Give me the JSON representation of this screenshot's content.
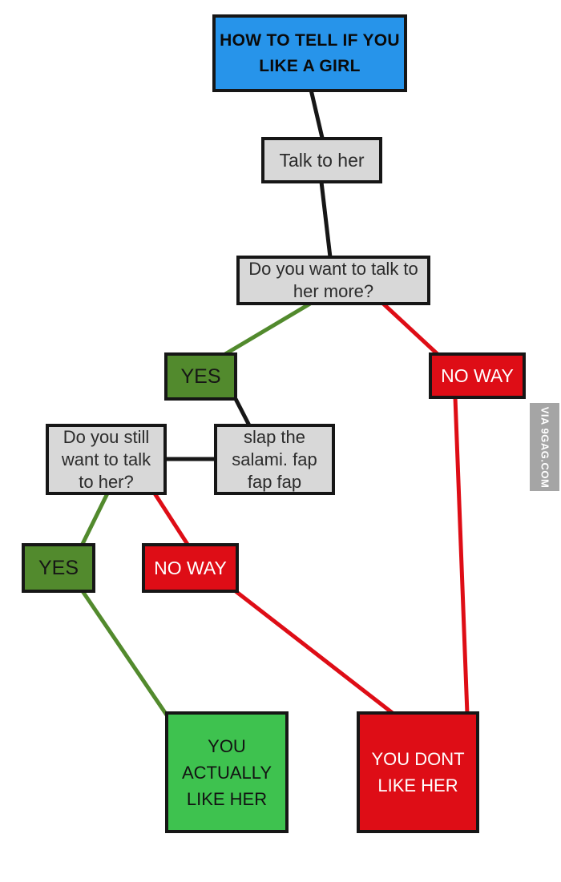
{
  "page": {
    "background": "#ffffff"
  },
  "palette": {
    "title_blue": "#2794ea",
    "box_gray": "#d8d8d8",
    "dark_green": "#528a2d",
    "bright_green": "#3ec24f",
    "red": "#de0d16",
    "border_black": "#161616",
    "watermark_gray": "#a5a5a5"
  },
  "watermark": {
    "label": "VIA 9GAG.COM"
  },
  "flowchart": {
    "nodes": {
      "title": {
        "label": "HOW TO TELL IF YOU\nLIKE A GIRL"
      },
      "talk": {
        "label": "Talk to her"
      },
      "want_more": {
        "label": "Do you want to talk to\nher more?"
      },
      "yes1": {
        "label": "YES"
      },
      "no_way1": {
        "label": "NO WAY"
      },
      "still_want": {
        "label": "Do you still\nwant to talk\nto her?"
      },
      "salami": {
        "label": "slap the\nsalami. fap\nfap fap"
      },
      "yes2": {
        "label": "YES"
      },
      "no_way2": {
        "label": "NO WAY"
      },
      "actually_like": {
        "label": "YOU\nACTUALLY\nLIKE HER"
      },
      "dont_like": {
        "label": "YOU DONT\nLIKE HER"
      }
    },
    "edges": [
      {
        "from": "title",
        "to": "talk",
        "color": "black"
      },
      {
        "from": "talk",
        "to": "want_more",
        "color": "black"
      },
      {
        "from": "want_more",
        "to": "yes1",
        "color": "green"
      },
      {
        "from": "want_more",
        "to": "no_way1",
        "color": "red"
      },
      {
        "from": "yes1",
        "to": "salami",
        "color": "black"
      },
      {
        "from": "still_want",
        "to": "salami",
        "color": "black"
      },
      {
        "from": "still_want",
        "to": "yes2",
        "color": "green"
      },
      {
        "from": "still_want",
        "to": "no_way2",
        "color": "red"
      },
      {
        "from": "yes2",
        "to": "actually_like",
        "color": "green"
      },
      {
        "from": "no_way2",
        "to": "dont_like",
        "color": "red"
      },
      {
        "from": "no_way1",
        "to": "dont_like",
        "color": "red"
      }
    ]
  }
}
